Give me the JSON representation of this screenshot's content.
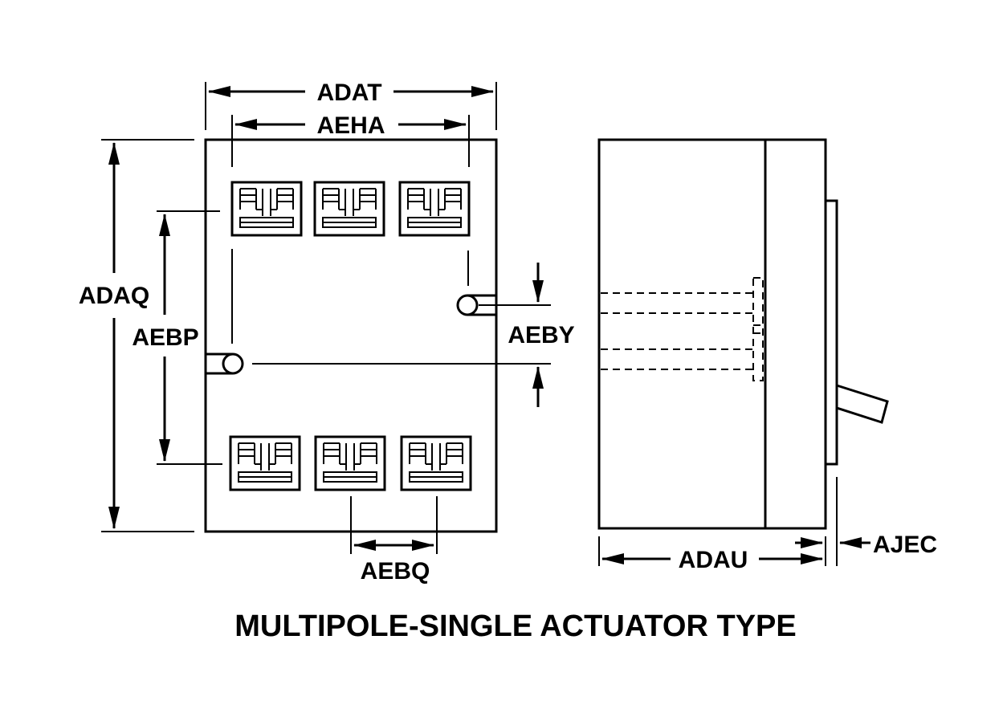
{
  "title": "MULTIPOLE-SINGLE ACTUATOR TYPE",
  "dimensions": {
    "adat": "ADAT",
    "aeha": "AEHA",
    "adaq": "ADAQ",
    "aebp": "AEBP",
    "aeby": "AEBY",
    "aebq": "AEBQ",
    "adau": "ADAU",
    "ajec": "AJEC"
  }
}
